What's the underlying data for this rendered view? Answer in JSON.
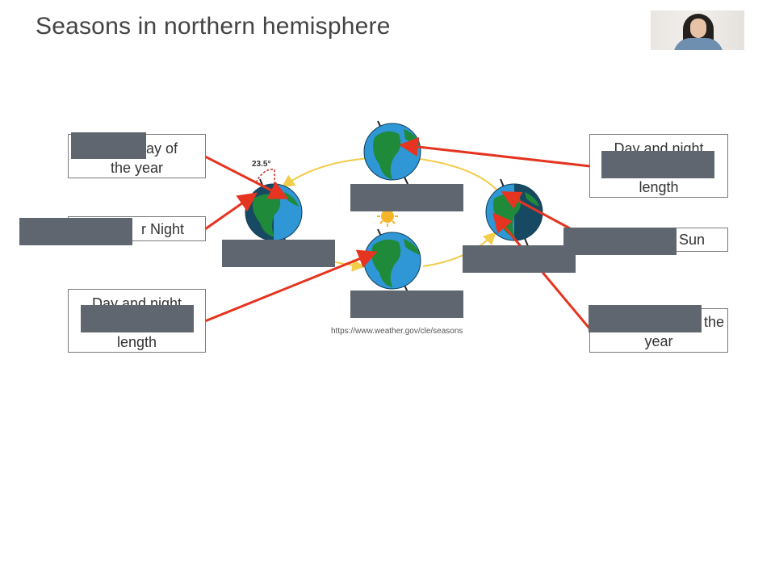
{
  "slide": {
    "title": "Seasons in northern hemisphere",
    "source": "https://www.weather.gov/cle/seasons",
    "tilt_label": "23.5°"
  },
  "labels": {
    "left_top": [
      "day of",
      "the year"
    ],
    "left_mid": [
      "r Night"
    ],
    "left_bottom": [
      "Day and night",
      "length"
    ],
    "right_top": [
      "Day and night",
      "length"
    ],
    "right_mid": [
      "Sun"
    ],
    "right_bottom": [
      "the",
      "year"
    ]
  },
  "colors": {
    "arrow": "#e53420",
    "orbit": "#f2cc4b",
    "mask": "#5f6670",
    "ocean": "#2f97d6",
    "land": "#1f8a3a",
    "night": "#174a62"
  },
  "icons": [
    "webcam-participant",
    "sun-icon",
    "earth-globe-icon"
  ]
}
